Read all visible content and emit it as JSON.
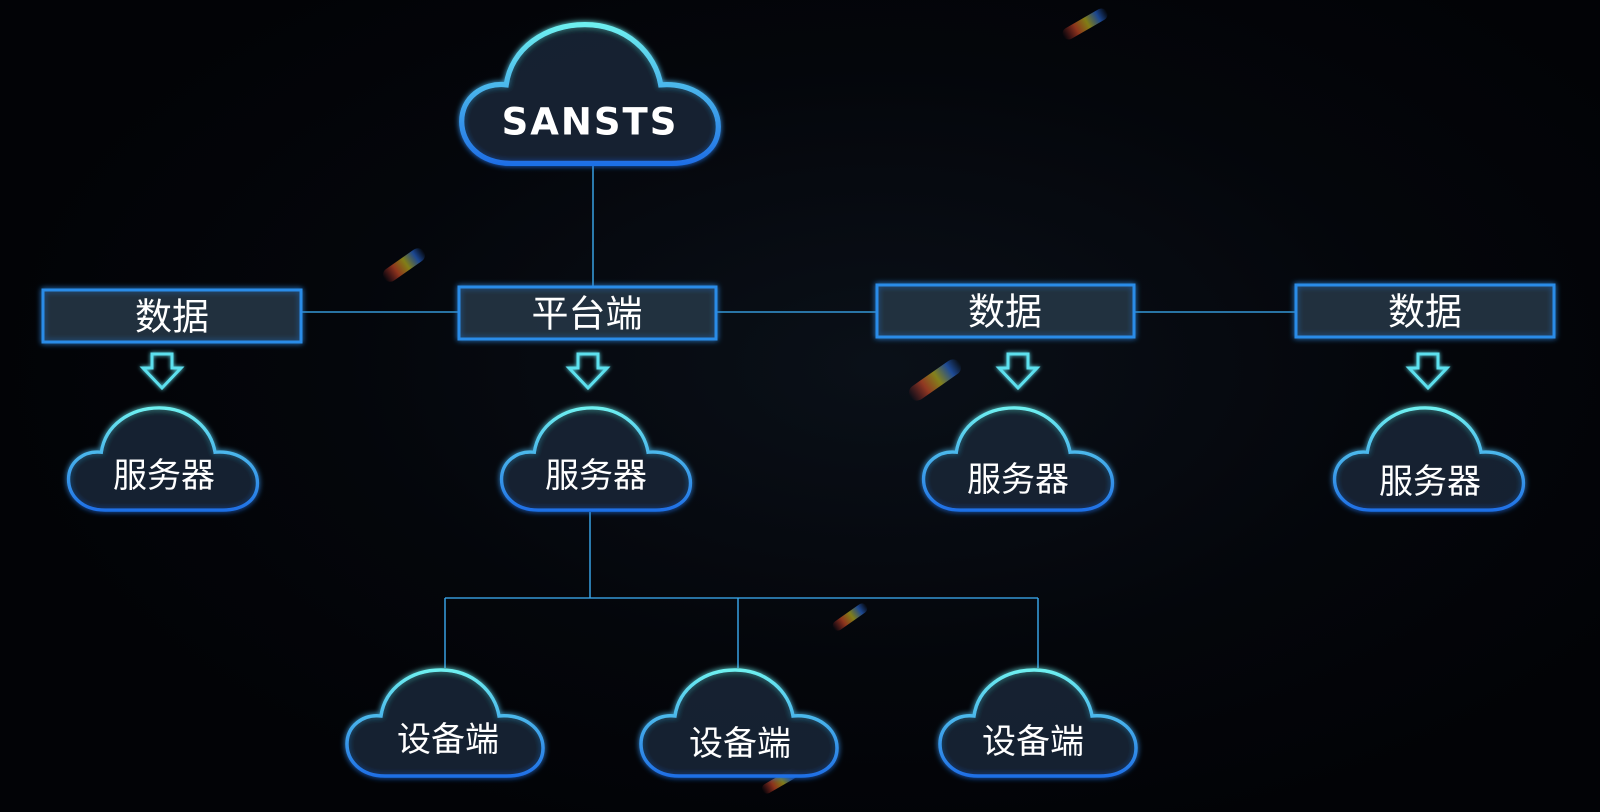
{
  "root": {
    "label": "SANSTS"
  },
  "platform": {
    "label": "平台端"
  },
  "data_boxes": [
    {
      "label": "数据"
    },
    {
      "label": "数据"
    },
    {
      "label": "数据"
    }
  ],
  "servers": [
    {
      "label": "服务器"
    },
    {
      "label": "服务器"
    },
    {
      "label": "服务器"
    },
    {
      "label": "服务器"
    }
  ],
  "devices": [
    {
      "label": "设备端"
    },
    {
      "label": "设备端"
    },
    {
      "label": "设备端"
    }
  ],
  "colors": {
    "background": "#030509",
    "cloud_stroke_top": "#6ef0f0",
    "cloud_stroke_bottom": "#1f6fe6",
    "box_stroke": "#2c8ce8",
    "connector": "#3aa6ea",
    "arrow": "#5de0ee",
    "text": "#ffffff"
  }
}
